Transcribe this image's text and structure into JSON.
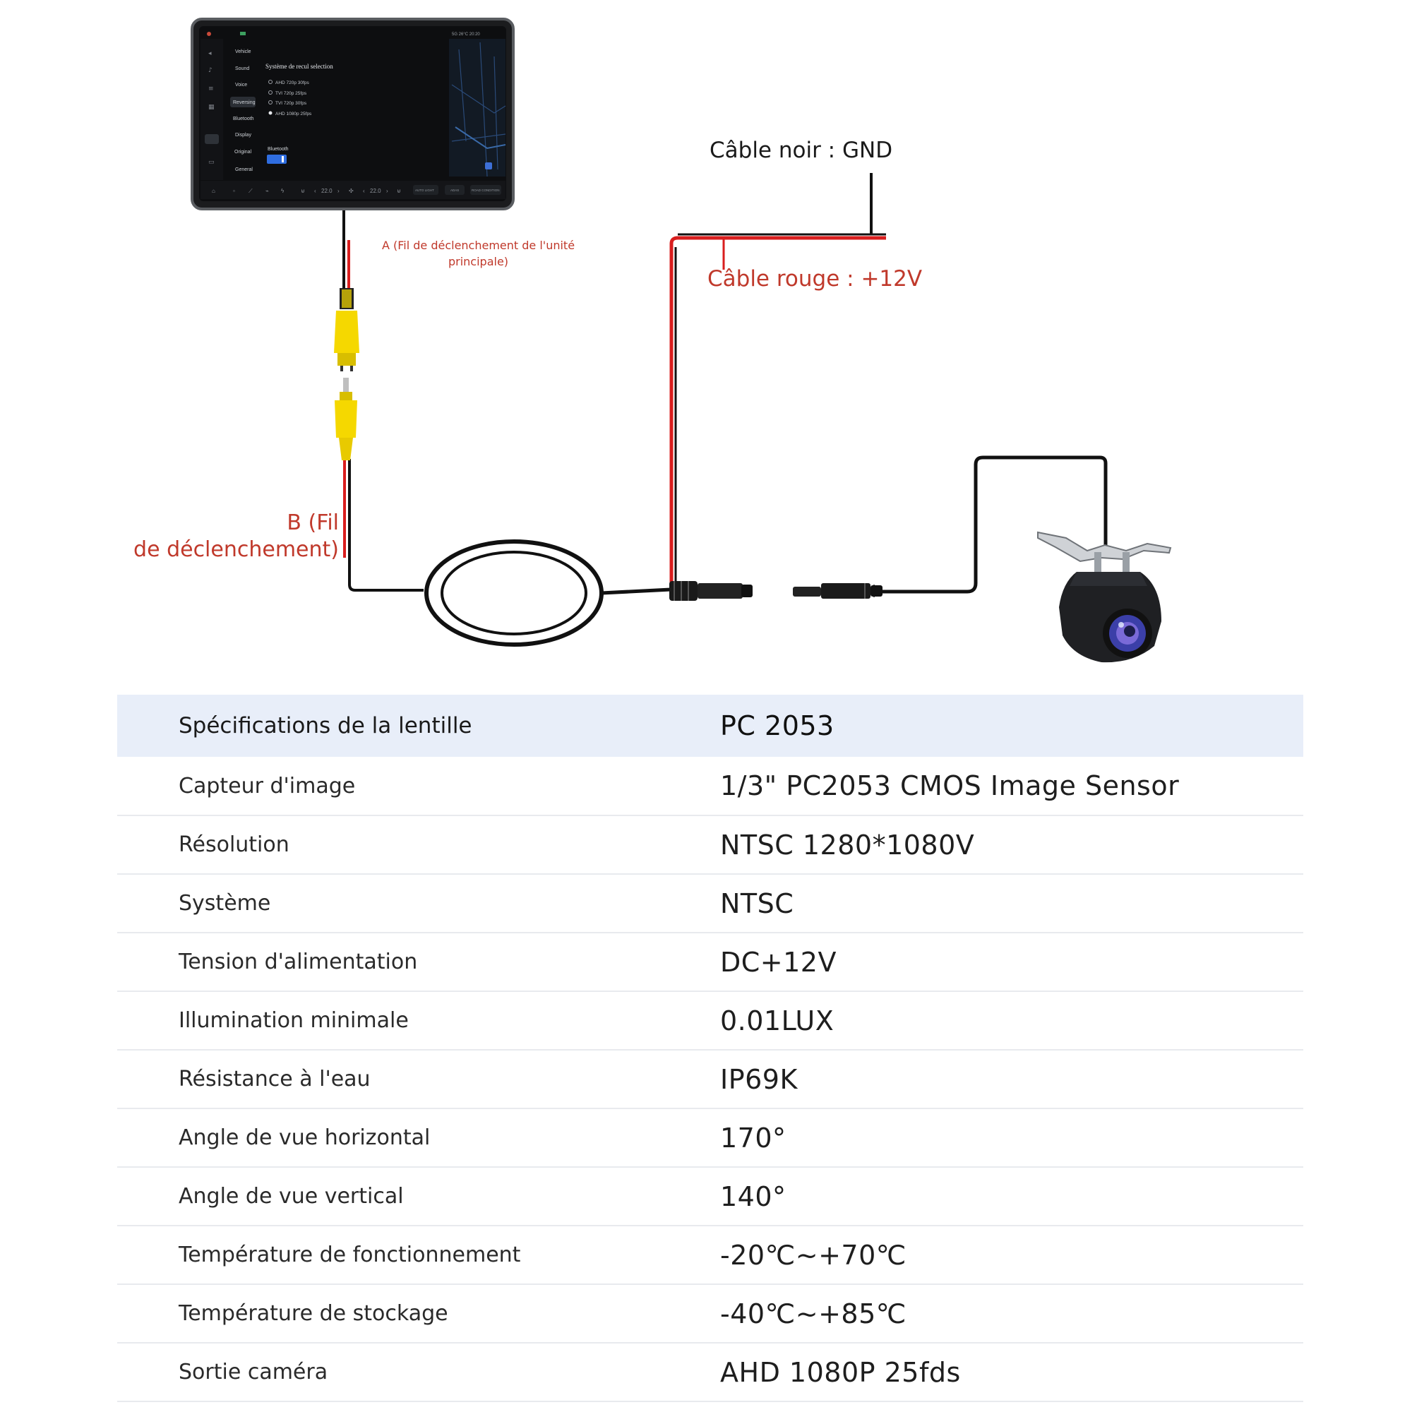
{
  "head_unit": {
    "screen_title": "Système de recul selection",
    "menu": [
      "Vehicle",
      "Sound",
      "Voice",
      "Reversing",
      "Bluetooth",
      "Display",
      "Original",
      "General"
    ],
    "options": [
      "AHD 720p 30fps",
      "TVI 720p 25fps",
      "TVI 720p 30fps",
      "AHD 1080p 25fps"
    ],
    "bluetooth_label": "Bluetooth",
    "status": "5G  26°C  20:20",
    "temp_left": "22.0",
    "temp_right": "22.0",
    "dock_buttons": [
      "AUTO LIGHT",
      "ADAS",
      "ROAD CONDITION"
    ]
  },
  "labels": {
    "gnd": "Câble noir : GND",
    "power": "Câble rouge : +12V",
    "trigger_a_line1": "A (Fil de déclenchement de l'unité",
    "trigger_a_line2": "principale)",
    "trigger_b_line1": "B (Fil",
    "trigger_b_line2": "de déclenchement)"
  },
  "colors": {
    "red_wire": "#d91e1e",
    "black_wire": "#111111",
    "rca_yellow": "#f5d800",
    "header_bg": "#e8eef9",
    "label_red": "#c0392b"
  },
  "specs": {
    "header": {
      "key": "Spécifications de la lentille",
      "value": "PC 2053"
    },
    "rows": [
      {
        "key": "Capteur d'image",
        "value": "1/3\" PC2053 CMOS Image Sensor"
      },
      {
        "key": "Résolution",
        "value": "NTSC 1280*1080V"
      },
      {
        "key": "Système",
        "value": "NTSC"
      },
      {
        "key": "Tension d'alimentation",
        "value": "DC+12V"
      },
      {
        "key": "Illumination minimale",
        "value": "0.01LUX"
      },
      {
        "key": "Résistance à l'eau",
        "value": "IP69K"
      },
      {
        "key": "Angle de vue horizontal",
        "value": "170°"
      },
      {
        "key": "Angle de vue vertical",
        "value": "140°"
      },
      {
        "key": "Température de fonctionnement",
        "value": "-20℃~+70℃"
      },
      {
        "key": "Température de stockage",
        "value": "-40℃~+85℃"
      },
      {
        "key": "Sortie caméra",
        "value": "AHD 1080P 25fds"
      }
    ]
  }
}
